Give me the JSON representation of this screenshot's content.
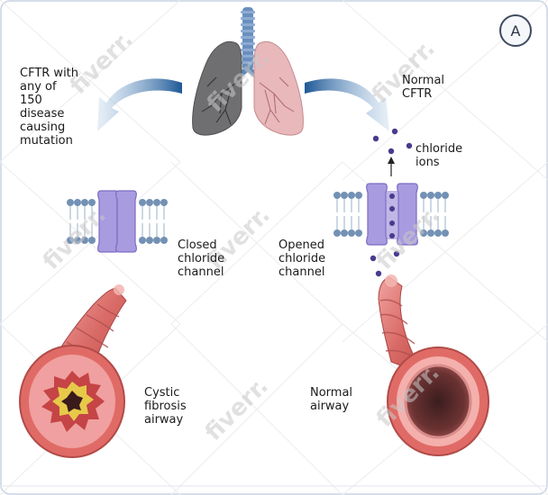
{
  "badge": "A",
  "labels": {
    "mutation": "CFTR with\nany of\n150\ndisease\ncausing\nmutation",
    "normal_cftr": "Normal\nCFTR",
    "chloride_ions": "chloride\nions",
    "closed_channel": "Closed\nchloride\nchannel",
    "opened_channel": "Opened\nchloride\nchannel",
    "cf_airway": "Cystic\nfibrosis\nairway",
    "normal_airway": "Normal\nairway"
  },
  "watermark": "fiverr.",
  "colors": {
    "arrow": "#2f6aa8",
    "lung_diseased": "#6e6e70",
    "lung_healthy": "#e4b3b6",
    "trachea": "#5f89b8",
    "channel": "#a99be0",
    "membrane": "#7391b4",
    "ion": "#4a3a8e",
    "airway_wall": "#d85f5f",
    "airway_lumen": "#5c2b2b",
    "mucus": "#e7c94a"
  }
}
